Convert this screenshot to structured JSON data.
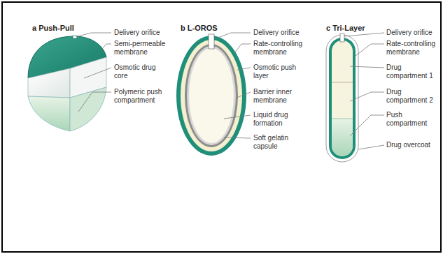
{
  "diagram": {
    "labels": [
      "a Push-Pull",
      "Delivery orifice",
      "Semi-permeable membrane",
      "Osmotic drug core",
      "Polymeric push compartment",
      "b L-OROS",
      "Delivery orifice",
      "Rate-controlling membrane",
      "Osmotic push layer",
      "Barrier inner membrane",
      "Liquid drug formation",
      "Soft gelatin capsule",
      "c Tri-Layer",
      "Delivery orifice",
      "Rate-controlling membrane",
      "Drug compartment 1",
      "Drug compartment 2",
      "Push compartment",
      "Drug overcoat"
    ]
  }
}
